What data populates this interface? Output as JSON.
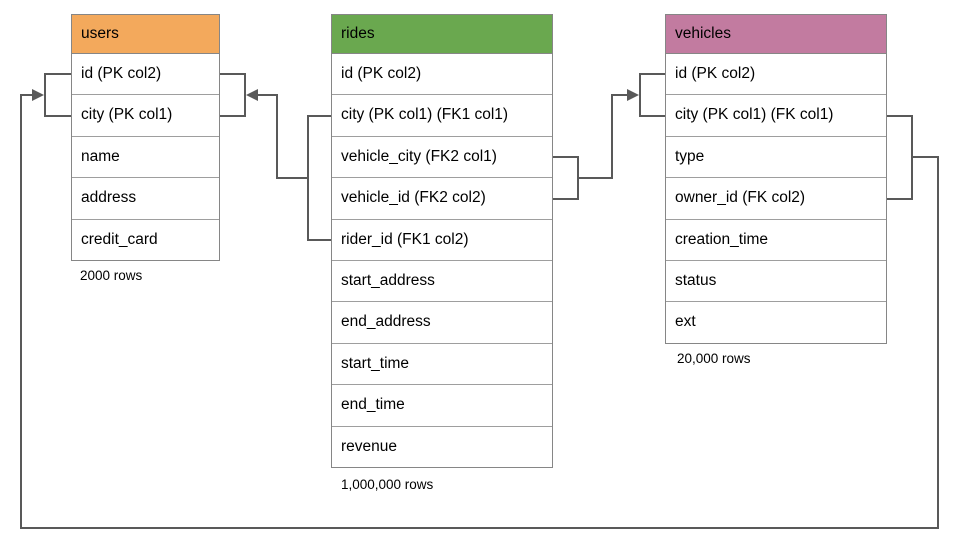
{
  "diagram": {
    "title": "database schema diagram",
    "line_color": "#595959",
    "tables": [
      {
        "id": "users",
        "title": "users",
        "header_color": "#F3A95C",
        "columns": [
          "id (PK col2)",
          "city (PK col1)",
          "name",
          "address",
          "credit_card"
        ],
        "row_count_label": "2000 rows"
      },
      {
        "id": "rides",
        "title": "rides",
        "header_color": "#6AA84F",
        "columns": [
          "id (PK col2)",
          "city (PK col1) (FK1 col1)",
          "vehicle_city (FK2 col1)",
          "vehicle_id (FK2 col2)",
          "rider_id (FK1 col2)",
          "start_address",
          "end_address",
          "start_time",
          "end_time",
          "revenue"
        ],
        "row_count_label": "1,000,000 rows"
      },
      {
        "id": "vehicles",
        "title": "vehicles",
        "header_color": "#C27BA0",
        "columns": [
          "id (PK col2)",
          "city (PK col1) (FK col1)",
          "type",
          "owner_id (FK col2)",
          "creation_time",
          "status",
          "ext"
        ],
        "row_count_label": "20,000 rows"
      }
    ],
    "relationships": [
      {
        "name": "rides-to-users",
        "from": "rides (city, rider_id)",
        "to": "users (id, city)"
      },
      {
        "name": "rides-to-vehicles",
        "from": "rides (vehicle_city, vehicle_id)",
        "to": "vehicles (id, city)"
      },
      {
        "name": "vehicles-to-users",
        "from": "vehicles (city, owner_id)",
        "to": "users (id, city)"
      }
    ]
  }
}
